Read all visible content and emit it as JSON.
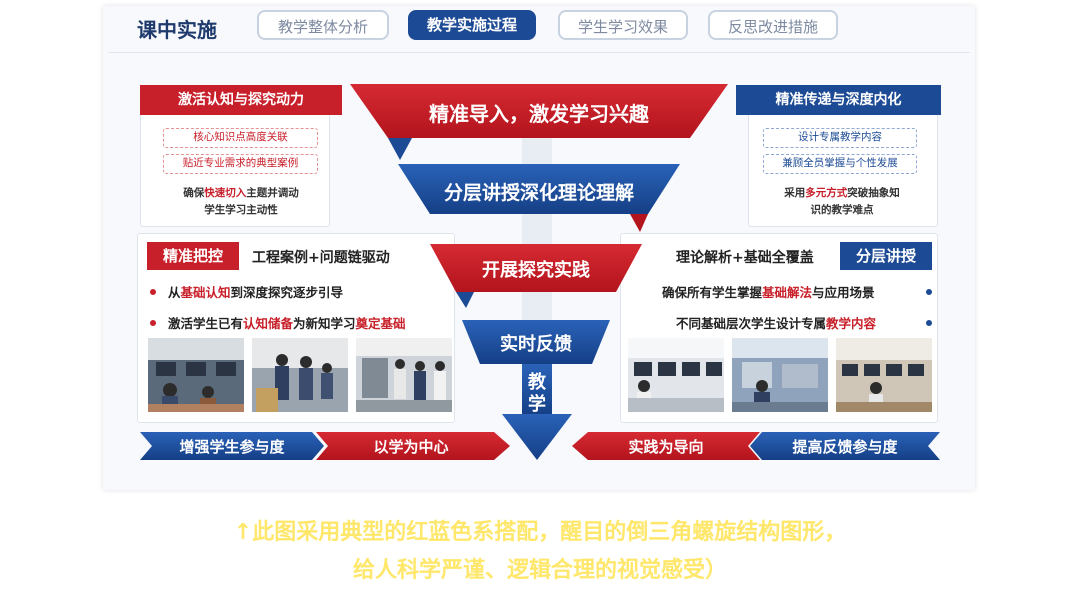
{
  "header": {
    "title": "课中实施",
    "tabs": [
      {
        "label": "教学整体分析",
        "active": false
      },
      {
        "label": "教学实施过程",
        "active": true
      },
      {
        "label": "学生学习效果",
        "active": false
      },
      {
        "label": "反思改进措施",
        "active": false
      }
    ]
  },
  "funnel": {
    "level1": "精准导入，激发学习兴趣",
    "level2": "分层讲授深化理论理解",
    "level3": "开展探究实践",
    "level4": "实时反馈",
    "arrow": "教学"
  },
  "left_top": {
    "tag": "激活认知与探究动力",
    "pill1": "核心知识点高度关联",
    "pill2": "贴近专业需求的典型案例",
    "desc_pre": "确保",
    "desc_hl": "快速切入",
    "desc_post": "主题并调动",
    "desc_line2": "学生学习主动性"
  },
  "right_top": {
    "tag": "精准传递与深度内化",
    "pill1": "设计专属教学内容",
    "pill2": "兼顾全员掌握与个性发展",
    "desc_pre": "采用",
    "desc_hl": "多元方式",
    "desc_post": "突破抽象知",
    "desc_line2": "识的教学难点"
  },
  "left_mid": {
    "tag": "精准把控",
    "heading": "工程案例+问题链驱动",
    "b1_pre": "从",
    "b1_hl": "基础认知",
    "b1_post": "到深度探究逐步引导",
    "b2_pre": "激活学生已有",
    "b2_hl1": "认知储备",
    "b2_mid": "为新知学习",
    "b2_hl2": "奠定基础"
  },
  "right_mid": {
    "tag": "分层讲授",
    "heading": "理论解析+基础全覆盖",
    "b1_pre": "确保所有学生掌握",
    "b1_hl": "基础解法",
    "b1_post": "与应用场景",
    "b2_pre": "不同基础层次学生设计专属",
    "b2_hl": "教学内容"
  },
  "bottom_arrows": [
    "增强学生参与度",
    "以学为中心",
    "实践为导向",
    "提高反馈参与度"
  ],
  "caption": {
    "line1": "↑此图采用典型的红蓝色系搭配，醒目的倒三角螺旋结构图形，",
    "line2": "给人科学严谨、逻辑合理的视觉感受）"
  },
  "colors": {
    "red": "#c8202a",
    "blue": "#1c4a94",
    "highlight": "#ffe76b"
  }
}
